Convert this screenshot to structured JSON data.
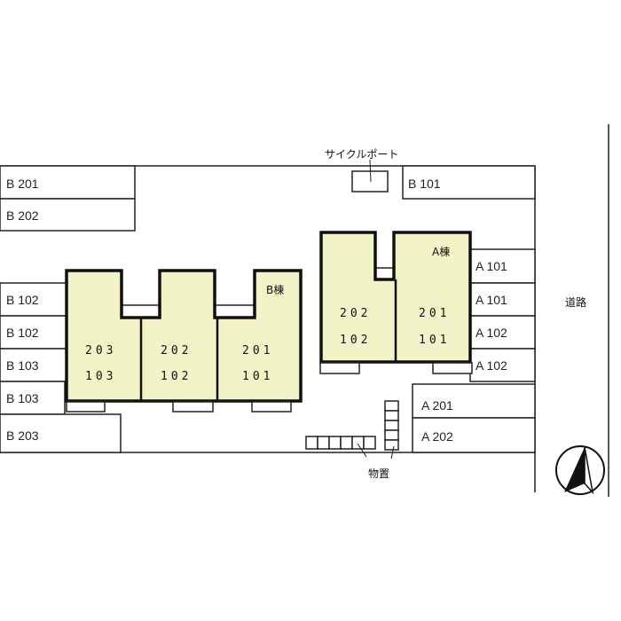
{
  "labels": {
    "cycle_port": "サイクルポート",
    "storage": "物置",
    "road": "道路",
    "building_a": "A棟",
    "building_b": "B棟"
  },
  "parking": {
    "b201": "B 201",
    "b202": "B 202",
    "b101": "B 101",
    "b102a": "B 102",
    "b102b": "B 102",
    "b103a": "B 103",
    "b103b": "B 103",
    "b203": "B 203",
    "a101a": "A 101",
    "a101b": "A 101",
    "a102a": "A 102",
    "a102b": "A 102",
    "a201": "A 201",
    "a202": "A 202"
  },
  "building_b_units": [
    {
      "upper": "203",
      "lower": "103"
    },
    {
      "upper": "202",
      "lower": "102"
    },
    {
      "upper": "201",
      "lower": "101"
    }
  ],
  "building_a_units": [
    {
      "upper": "202",
      "lower": "102"
    },
    {
      "upper": "201",
      "lower": "101"
    }
  ],
  "colors": {
    "building_fill": "#f3f3c8",
    "outline": "#222222"
  }
}
